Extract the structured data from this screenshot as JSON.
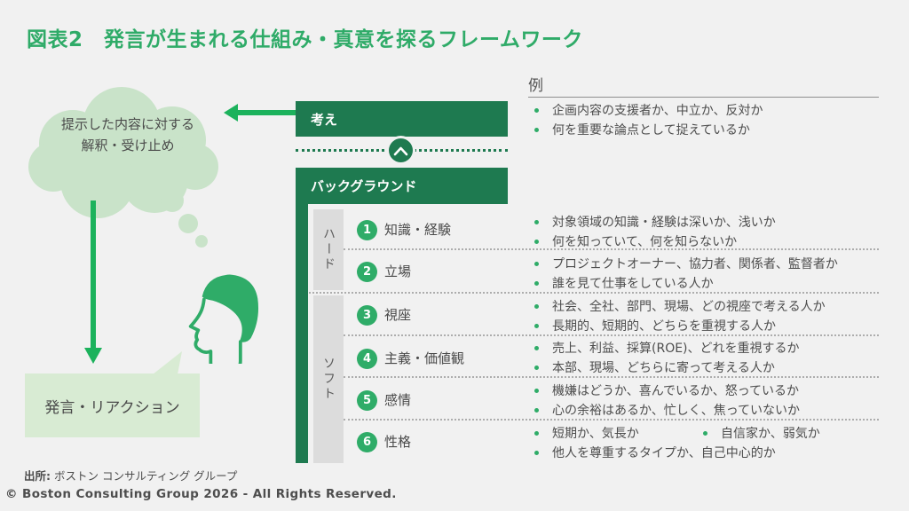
{
  "title": "図表2　発言が生まれる仕組み・真意を探るフレームワーク",
  "colors": {
    "dark_green": "#1E7A50",
    "bright_green": "#2FAC68",
    "arrow_green": "#1CB25C",
    "cloud_fill": "#C9E3C9",
    "speech_fill": "#D8EBD3",
    "background": "#F1F1F1",
    "gray_bar": "#DCDCDC",
    "text_gray": "#4A4A4A"
  },
  "thought_cloud": {
    "line1": "提示した内容に対する",
    "line2": "解釈・受け止め"
  },
  "speech_box": {
    "label": "発言・リアクション"
  },
  "flow": {
    "thought_label": "考え",
    "background_label": "バックグラウンド",
    "hard_label": "ハード",
    "soft_label": "ソフト"
  },
  "examples_header": "例",
  "thought_examples": [
    "企画内容の支援者か、中立か、反対か",
    "何を重要な論点として捉えているか"
  ],
  "items": [
    {
      "num": "1",
      "label": "知識・経験",
      "examples": [
        "対象領域の知識・経験は深いか、浅いか",
        "何を知っていて、何を知らないか"
      ]
    },
    {
      "num": "2",
      "label": "立場",
      "examples": [
        "プロジェクトオーナー、協力者、関係者、監督者か",
        "誰を見て仕事をしている人か"
      ]
    },
    {
      "num": "3",
      "label": "視座",
      "examples": [
        "社会、全社、部門、現場、どの視座で考える人か",
        "長期的、短期的、どちらを重視する人か"
      ]
    },
    {
      "num": "4",
      "label": "主義・価値観",
      "examples": [
        "売上、利益、採算(ROE)、どれを重視するか",
        "本部、現場、どちらに寄って考える人か"
      ]
    },
    {
      "num": "5",
      "label": "感情",
      "examples": [
        "機嫌はどうか、喜んでいるか、怒っているか",
        "心の余裕はあるか、忙しく、焦っていないか"
      ]
    },
    {
      "num": "6",
      "label": "性格",
      "examples": [
        "短期か、気長か",
        "自信家か、弱気か",
        "他人を尊重するタイプか、自己中心的か"
      ]
    }
  ],
  "source": {
    "label": "出所:",
    "text": "ボストン コンサルティング グループ"
  },
  "copyright": "© Boston Consulting Group 2026 - All Rights Reserved."
}
